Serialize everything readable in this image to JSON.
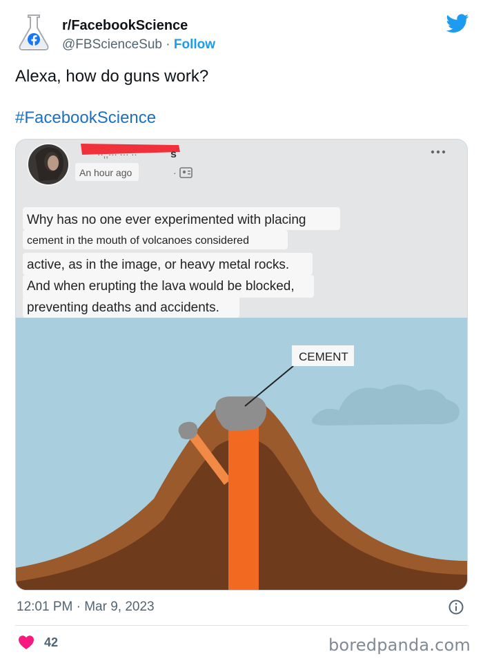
{
  "account": {
    "display_name": "r/FacebookScience",
    "handle": "@FBScienceSub",
    "separator": "·",
    "follow_label": "Follow",
    "avatar_icon": "flask-facebook-icon",
    "logo_icon": "twitter-bird-icon"
  },
  "tweet": {
    "text": "Alexa, how do guns work?",
    "hashtag": "#FacebookScience",
    "timestamp": "12:01 PM · Mar 9, 2023",
    "like_count": "42"
  },
  "embedded_post": {
    "time": "An hour ago",
    "name_redacted": true,
    "lines": [
      "Why has no one ever experimented with placing",
      "cement in the mouth of volcanoes considered",
      "active, as in the image, or heavy metal rocks.",
      "And when erupting the lava would be blocked,",
      "preventing deaths and accidents."
    ],
    "diagram_label": "CEMENT"
  },
  "footer": {
    "watermark": "boredpanda.com"
  },
  "colors": {
    "link_blue": "#1d9bf0",
    "twitter_blue": "#1d9bf0",
    "heart": "#f91880",
    "sky": "#a9cfdf",
    "volcano_light": "#9b5a2b",
    "volcano_dark": "#6e3c1d",
    "lava": "#f26a22",
    "cement": "#8e8e8e"
  }
}
